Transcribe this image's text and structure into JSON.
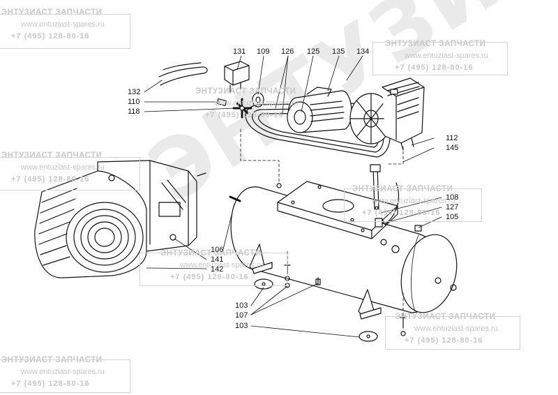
{
  "watermark": {
    "company": "ЭНТУЗИАСТ ЗАПЧАСТИ",
    "website": "www.entuziast-spares.ru",
    "phone": "+7 (495) 128-80-16"
  },
  "logo_text": "ЭНТУЗИАСТ",
  "callouts": {
    "c131": "131",
    "c109": "109",
    "c126": "126",
    "c125": "125",
    "c135": "135",
    "c134": "134",
    "c132": "132",
    "c110": "110",
    "c118": "118",
    "c112": "112",
    "c145": "145",
    "c108": "108",
    "c127": "127",
    "c105": "105",
    "c106": "106",
    "c141": "141",
    "c142": "142",
    "c103a": "103",
    "c107": "107",
    "c103b": "103"
  }
}
